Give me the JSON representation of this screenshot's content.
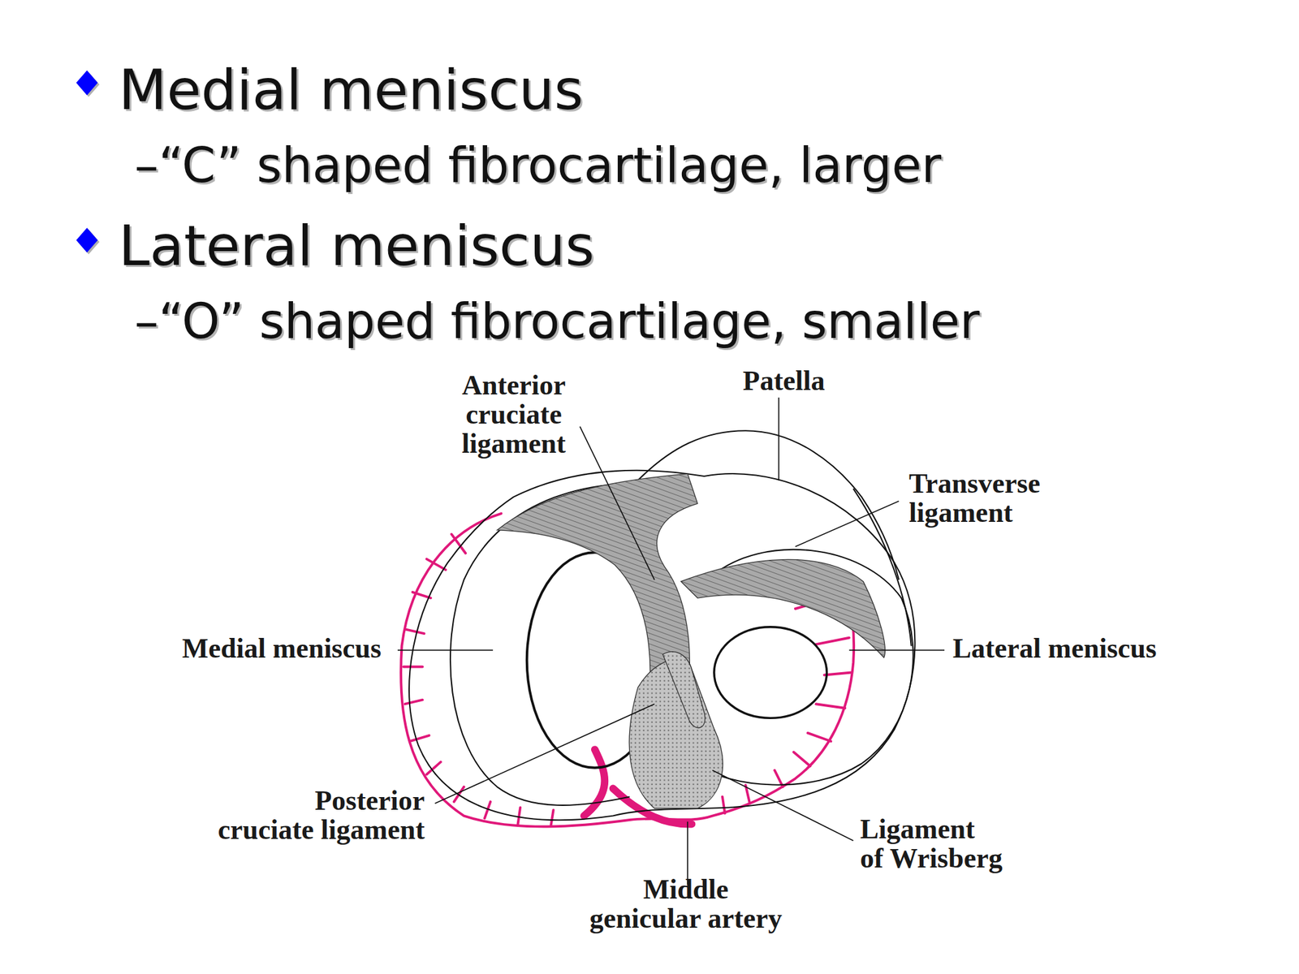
{
  "diagram": {
    "labels": [
      "Medial meniscus",
      "–“C” shaped fibrocartilage, larger",
      "Lateral meniscus",
      "–“O” shaped fibrocartilage, smaller",
      "Anterior cruciate ligament",
      "Patella",
      "Transverse ligament",
      "Medial meniscus",
      "Lateral meniscus",
      "Posterior cruciate ligament",
      "Ligament of Wrisberg",
      "Middle genicular artery"
    ]
  }
}
